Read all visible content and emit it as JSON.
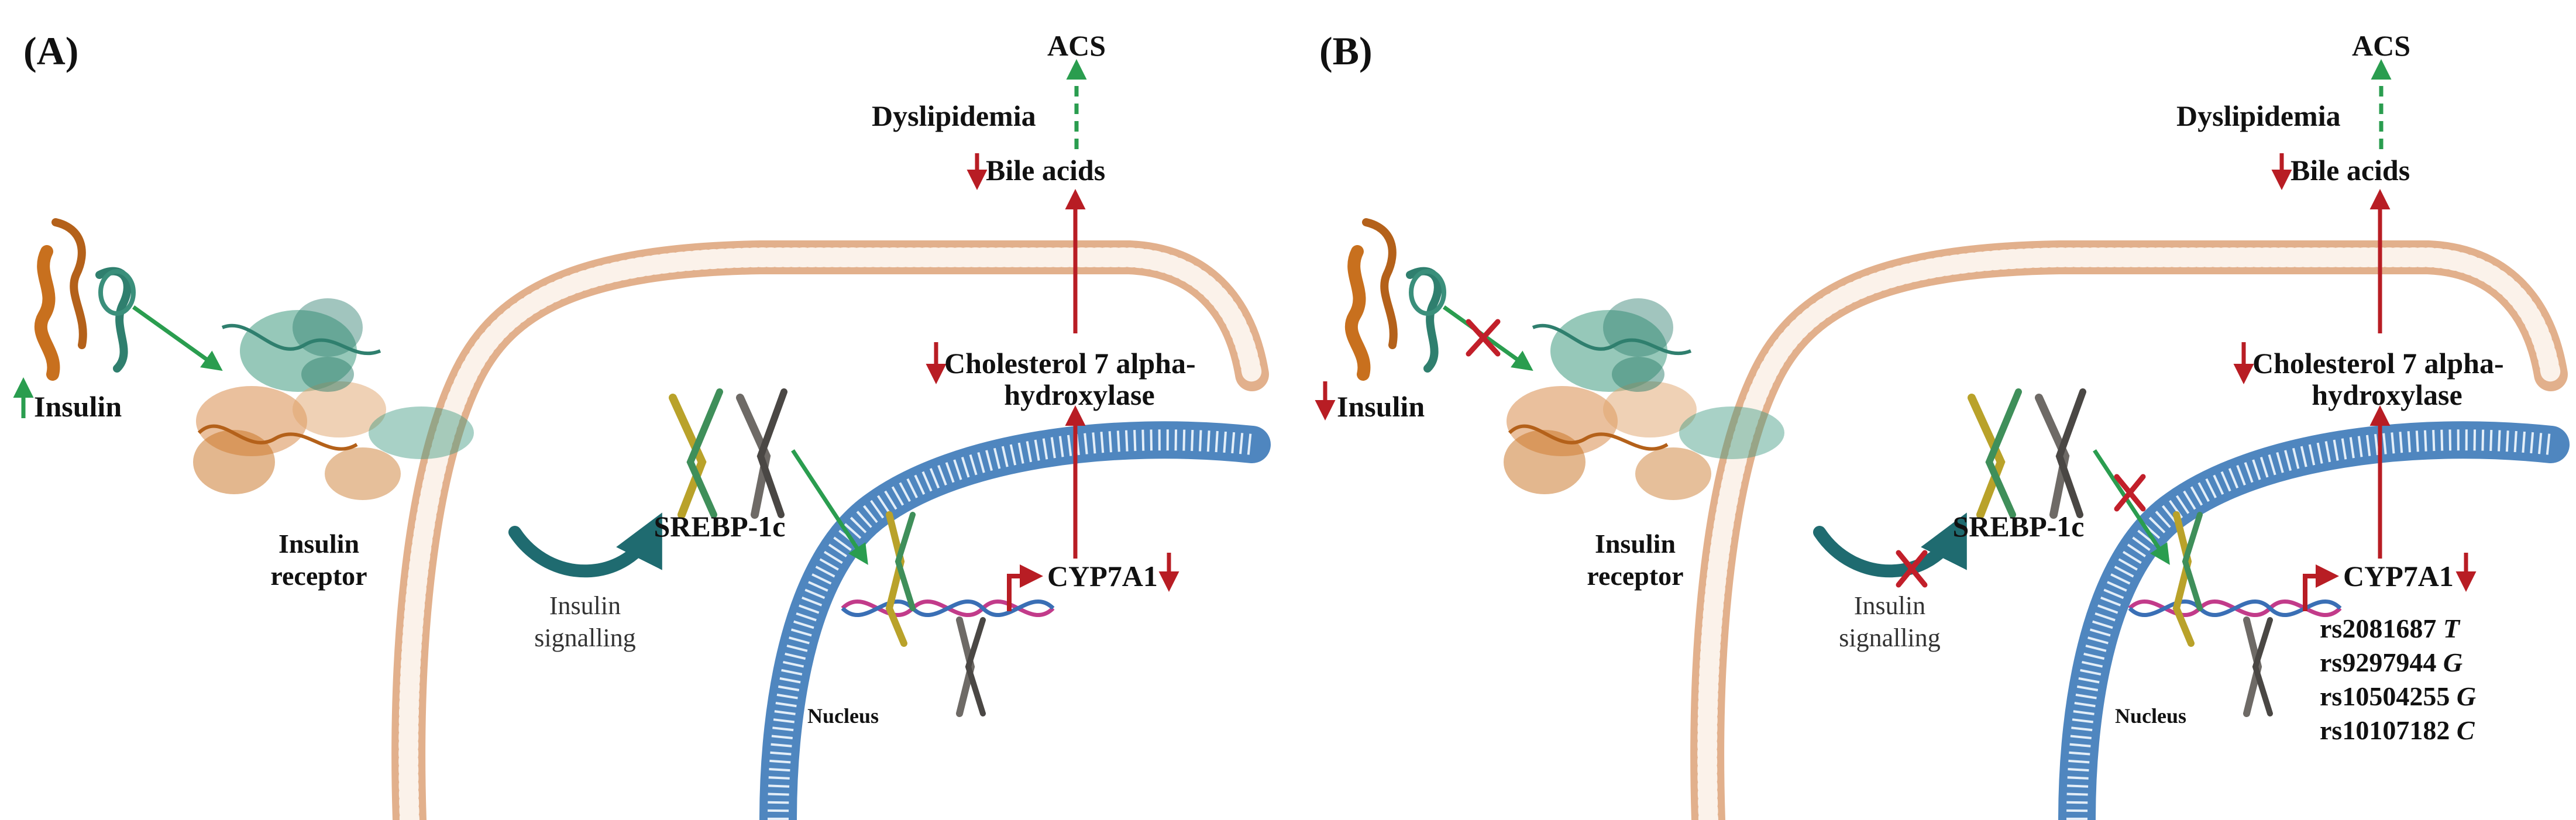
{
  "colors": {
    "green": "#2a9d4f",
    "red": "#b81d24",
    "dashed_green": "#2a9d4f",
    "cell_membrane": "#e9c7a8",
    "nucleus_membrane": "#5f93c4",
    "insulin_orange": "#c8701e",
    "insulin_teal": "#2f7f6e",
    "srebp_yellow": "#b9a22a",
    "srebp_gray": "#6e6a66"
  },
  "panels": [
    {
      "id": "A",
      "label": "(A)",
      "acs": "ACS",
      "dyslipidemia": "Dyslipidemia",
      "bile_acids": "Bile acids",
      "enzyme_line1": "Cholesterol 7 alpha-",
      "enzyme_line2": "hydroxylase",
      "insulin": "Insulin",
      "insulin_arrow": "up",
      "receptor_line1": "Insulin",
      "receptor_line2": "receptor",
      "srebp": "SREBP-1c",
      "signalling_line1": "Insulin",
      "signalling_line2": "signalling",
      "gene": "CYP7A1",
      "nucleus": "Nucleus",
      "blocked": false,
      "snps": []
    },
    {
      "id": "B",
      "label": "(B)",
      "acs": "ACS",
      "dyslipidemia": "Dyslipidemia",
      "bile_acids": "Bile acids",
      "enzyme_line1": "Cholesterol 7 alpha-",
      "enzyme_line2": "hydroxylase",
      "insulin": "Insulin",
      "insulin_arrow": "down",
      "receptor_line1": "Insulin",
      "receptor_line2": "receptor",
      "srebp": "SREBP-1c",
      "signalling_line1": "Insulin",
      "signalling_line2": "signalling",
      "gene": "CYP7A1",
      "nucleus": "Nucleus",
      "blocked": true,
      "snps": [
        {
          "id": "rs2081687",
          "allele": "T"
        },
        {
          "id": "rs9297944",
          "allele": "G"
        },
        {
          "id": "rs10504255",
          "allele": "G"
        },
        {
          "id": "rs10107182",
          "allele": "C"
        }
      ]
    }
  ]
}
